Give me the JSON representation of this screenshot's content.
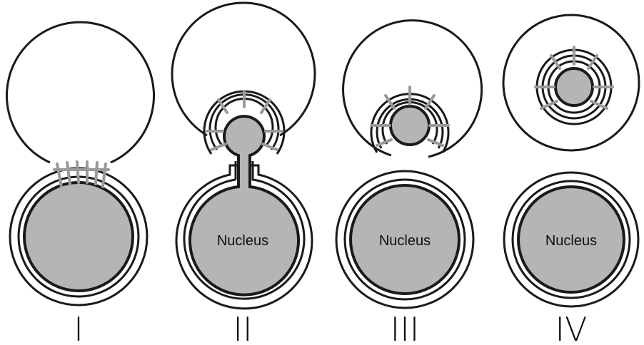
{
  "nucleus_label": "Nucleus",
  "stages": [
    {
      "numeral": "I",
      "show_label": false
    },
    {
      "numeral": "II",
      "show_label": true
    },
    {
      "numeral": "III",
      "show_label": true
    },
    {
      "numeral": "IV",
      "show_label": true
    }
  ],
  "colors": {
    "outline": "#1a1a1a",
    "nucleus_fill": "#b5b5b5",
    "spike": "#9a9a9a",
    "background": "#ffffff"
  }
}
